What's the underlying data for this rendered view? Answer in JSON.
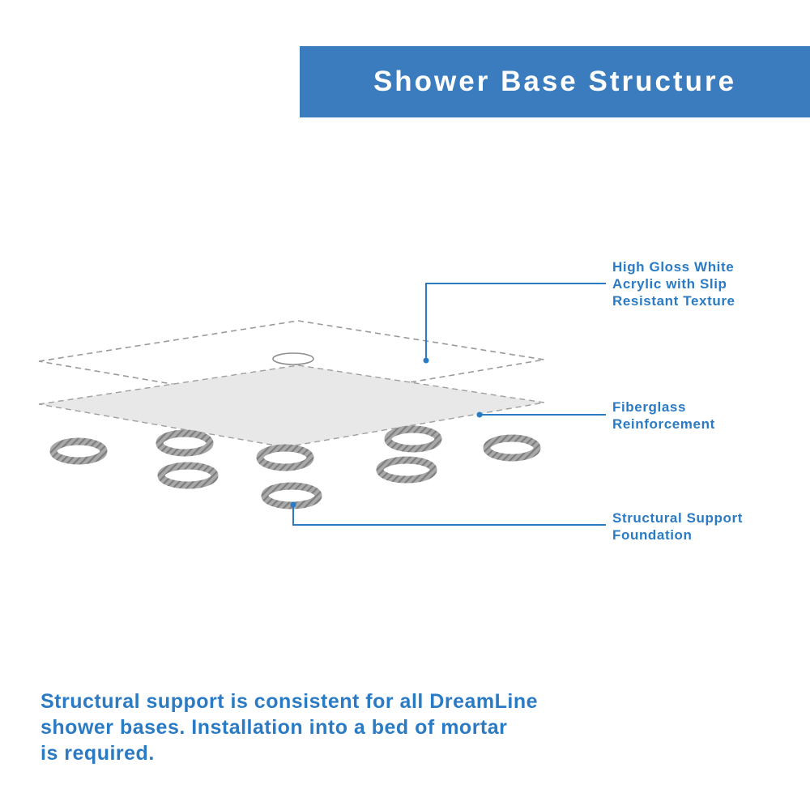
{
  "header": {
    "title": "Shower Base Structure"
  },
  "callouts": [
    {
      "id": "acrylic",
      "text": "High Gloss White\nAcrylic with Slip\nResistant Texture"
    },
    {
      "id": "fiberglass",
      "text": "Fiberglass\nReinforcement"
    },
    {
      "id": "support",
      "text": "Structural Support\nFoundation"
    }
  ],
  "footer": {
    "text": "Structural support is consistent for all DreamLine\nshower bases. Installation into a bed of mortar\nis required."
  },
  "diagram": {
    "layers": [
      "high-gloss-acrylic-top",
      "fiberglass-reinforcement-slab",
      "structural-support-rings"
    ],
    "ring_count": 8
  },
  "colors": {
    "accent": "#2b7bc4",
    "banner": "#3a7cbe",
    "layer_fill": "#e8e8e8",
    "dash_gray": "#9a9a9a",
    "ring_gray": "#a9a9a9"
  }
}
